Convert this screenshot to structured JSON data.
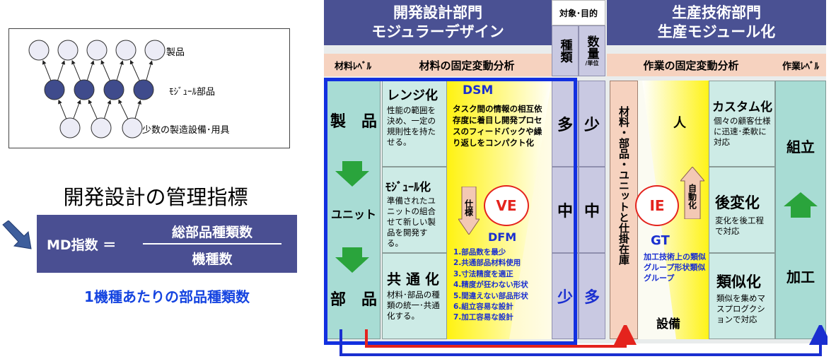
{
  "network": {
    "label_products": "製品",
    "label_modules": "ﾓｼﾞｭｰﾙ部品",
    "label_equipment": "少数の製造設備･用具"
  },
  "md": {
    "title": "開発設計の管理指標",
    "lhs": "MD指数 ＝",
    "numerator": "総部品種類数",
    "denominator": "機種数",
    "subtitle": "1機種あたりの部品種類数"
  },
  "design": {
    "title_line1": "開発設計部門",
    "title_line2": "モジュラーデザイン",
    "material_level": "材料ﾚﾍﾞﾙ",
    "analysis": "材料の固定変動分析",
    "level_product": "製　品",
    "level_unit": "ユニット",
    "level_part": "部　品",
    "range_title": "レンジ化",
    "range_body": "性能の範囲を決め、一定の規則性を持たせる。",
    "module_title": "ﾓｼﾞｭｰﾙ化",
    "module_body": "準備されたユニットの組合せて新しい製品を開発する。",
    "common_title": "共 通 化",
    "common_body": "材料･部品の種類の統一･共通化する。",
    "dsm_title": "DSM",
    "dsm_body": "タスク間の情報の相互依存度に着目し開発プロセスのフィードバックや繰り返しをコンパクト化",
    "spec": "仕様",
    "ve": "VE",
    "dfm": "DFM",
    "dfm_items": [
      "1.部品数を最少",
      "2.共通部品材料使用",
      "3.寸法精度を適正",
      "4.精度が狂わない形状",
      "5.間違えない部品形状",
      "6.組立容易な設計",
      "7.加工容易な設計"
    ]
  },
  "target": {
    "header": "対象･目的",
    "types_label": "種類",
    "quantity_label": "数量",
    "per_unit": "/単位",
    "types": [
      "多",
      "中",
      "少"
    ],
    "quantities": [
      "少",
      "中",
      "多"
    ]
  },
  "production": {
    "title_line1": "生産技術部門",
    "title_line2": "生産モジュール化",
    "analysis": "作業の固定変動分析",
    "work_level": "作業ﾚﾍﾞﾙ",
    "inventory": "材料・部品・ユニットと仕掛在庫",
    "person": "人",
    "auto": "自動化",
    "ie": "IE",
    "gt": "GT",
    "gt_body": "加工技術上の類似グループ形状類似グループ",
    "equipment": "設備",
    "custom_title": "カスタム化",
    "custom_body": "個々の顧客仕様に迅速･柔軟に対応",
    "postpone_title": "後変化",
    "postpone_body": "変化を後工程で対応",
    "similar_title": "類似化",
    "similar_body": "類似を集めマスプログクションで対応",
    "assembly": "組立",
    "processing": "加工"
  },
  "colors": {
    "header_bg": "#4a5193",
    "subheader_bg": "#f6d2bf",
    "cell_bg": "#cdebe6",
    "blue_frame": "#1230e0",
    "red_arrow": "#e4231d",
    "green_arrow": "#2aa43c",
    "yellow": "#fff200"
  }
}
